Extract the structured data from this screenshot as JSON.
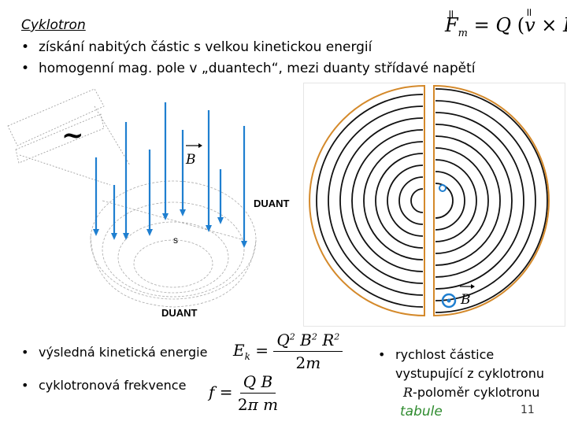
{
  "header": {
    "title": "Cyklotron",
    "bullets": [
      "získání nabitých částic s velkou kinetickou energií",
      "homogenní mag. pole v „duantech“, mezi duanty střídavé napětí"
    ],
    "formula_force": "F_m = Q (v × B)"
  },
  "left_diagram": {
    "tilde": "~",
    "field_label": "B",
    "duant_top": "DUANT",
    "duant_bottom": "DUANT",
    "s_label": "s",
    "arrow_color": "#1f7fd0"
  },
  "right_diagram": {
    "field_label": "B",
    "particle_color": "#1f7fd0",
    "duant_color": "#d4892a"
  },
  "bottom": {
    "kinetic_label": "výsledná kinetická energie",
    "kinetic_formula": "E_k = Q² B² R² / 2m",
    "freq_label": "cyklotronová frekvence",
    "freq_formula": "f = Q B / 2π m",
    "speed_line1": "rychlost částice",
    "speed_line2": "vystupující z cyklotronu",
    "speed_line3": "-poloměr cyklotronu",
    "speed_R": "R",
    "board_link": "tabule",
    "board_color": "#2e8b2e",
    "page_number": "11"
  }
}
